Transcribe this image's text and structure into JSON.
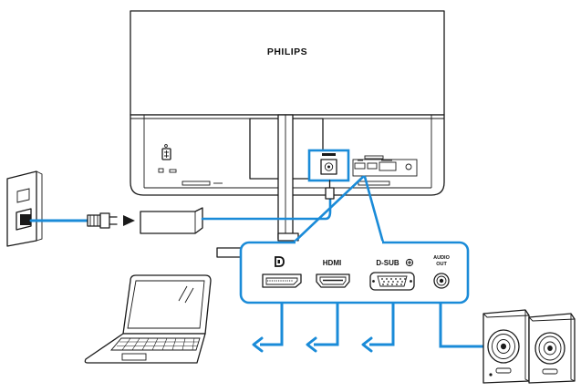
{
  "brand": {
    "logo_text": "PHILIPS"
  },
  "ports": {
    "hdmi": "HDMI",
    "dsub": "D-SUB",
    "audio_line1": "AUDIO",
    "audio_line2": "OUT"
  },
  "colors": {
    "cable_blue": "#1a8bd8",
    "outline": "#1a1a1a",
    "background": "#ffffff"
  },
  "icons": {
    "displayport": "displayport-logo-icon",
    "dsub_suffix": "plus-in-circle-icon",
    "audio_jack": "audio-jack-icon"
  }
}
